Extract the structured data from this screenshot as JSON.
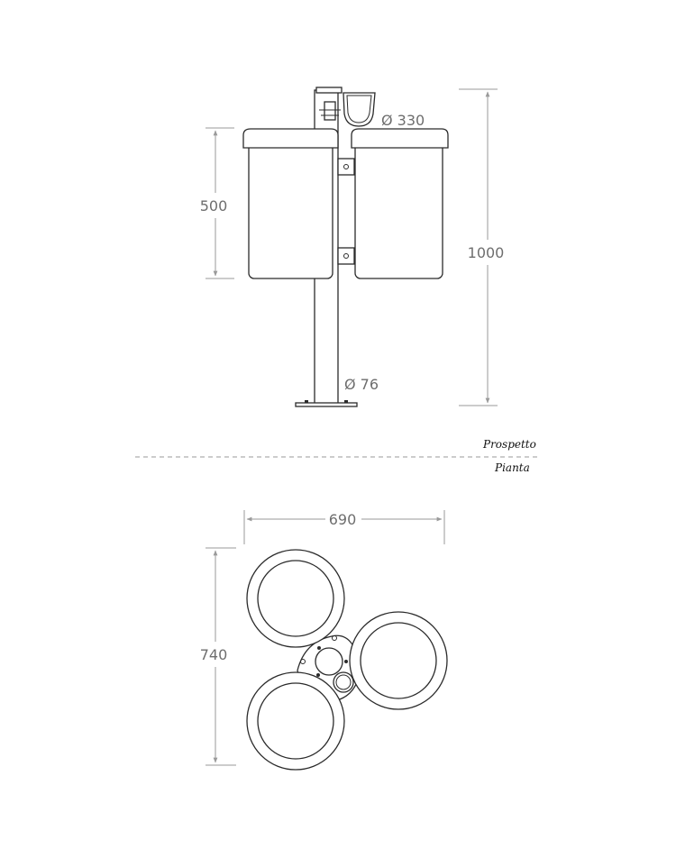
{
  "dimensions": {
    "elevation_width": "500",
    "diameter_bin": "Ø 330",
    "height_total": "1000",
    "diameter_pole": "Ø 76",
    "plan_width": "690",
    "plan_depth": "740"
  },
  "views": {
    "elevation": "Prospetto",
    "plan": "Pianta"
  }
}
